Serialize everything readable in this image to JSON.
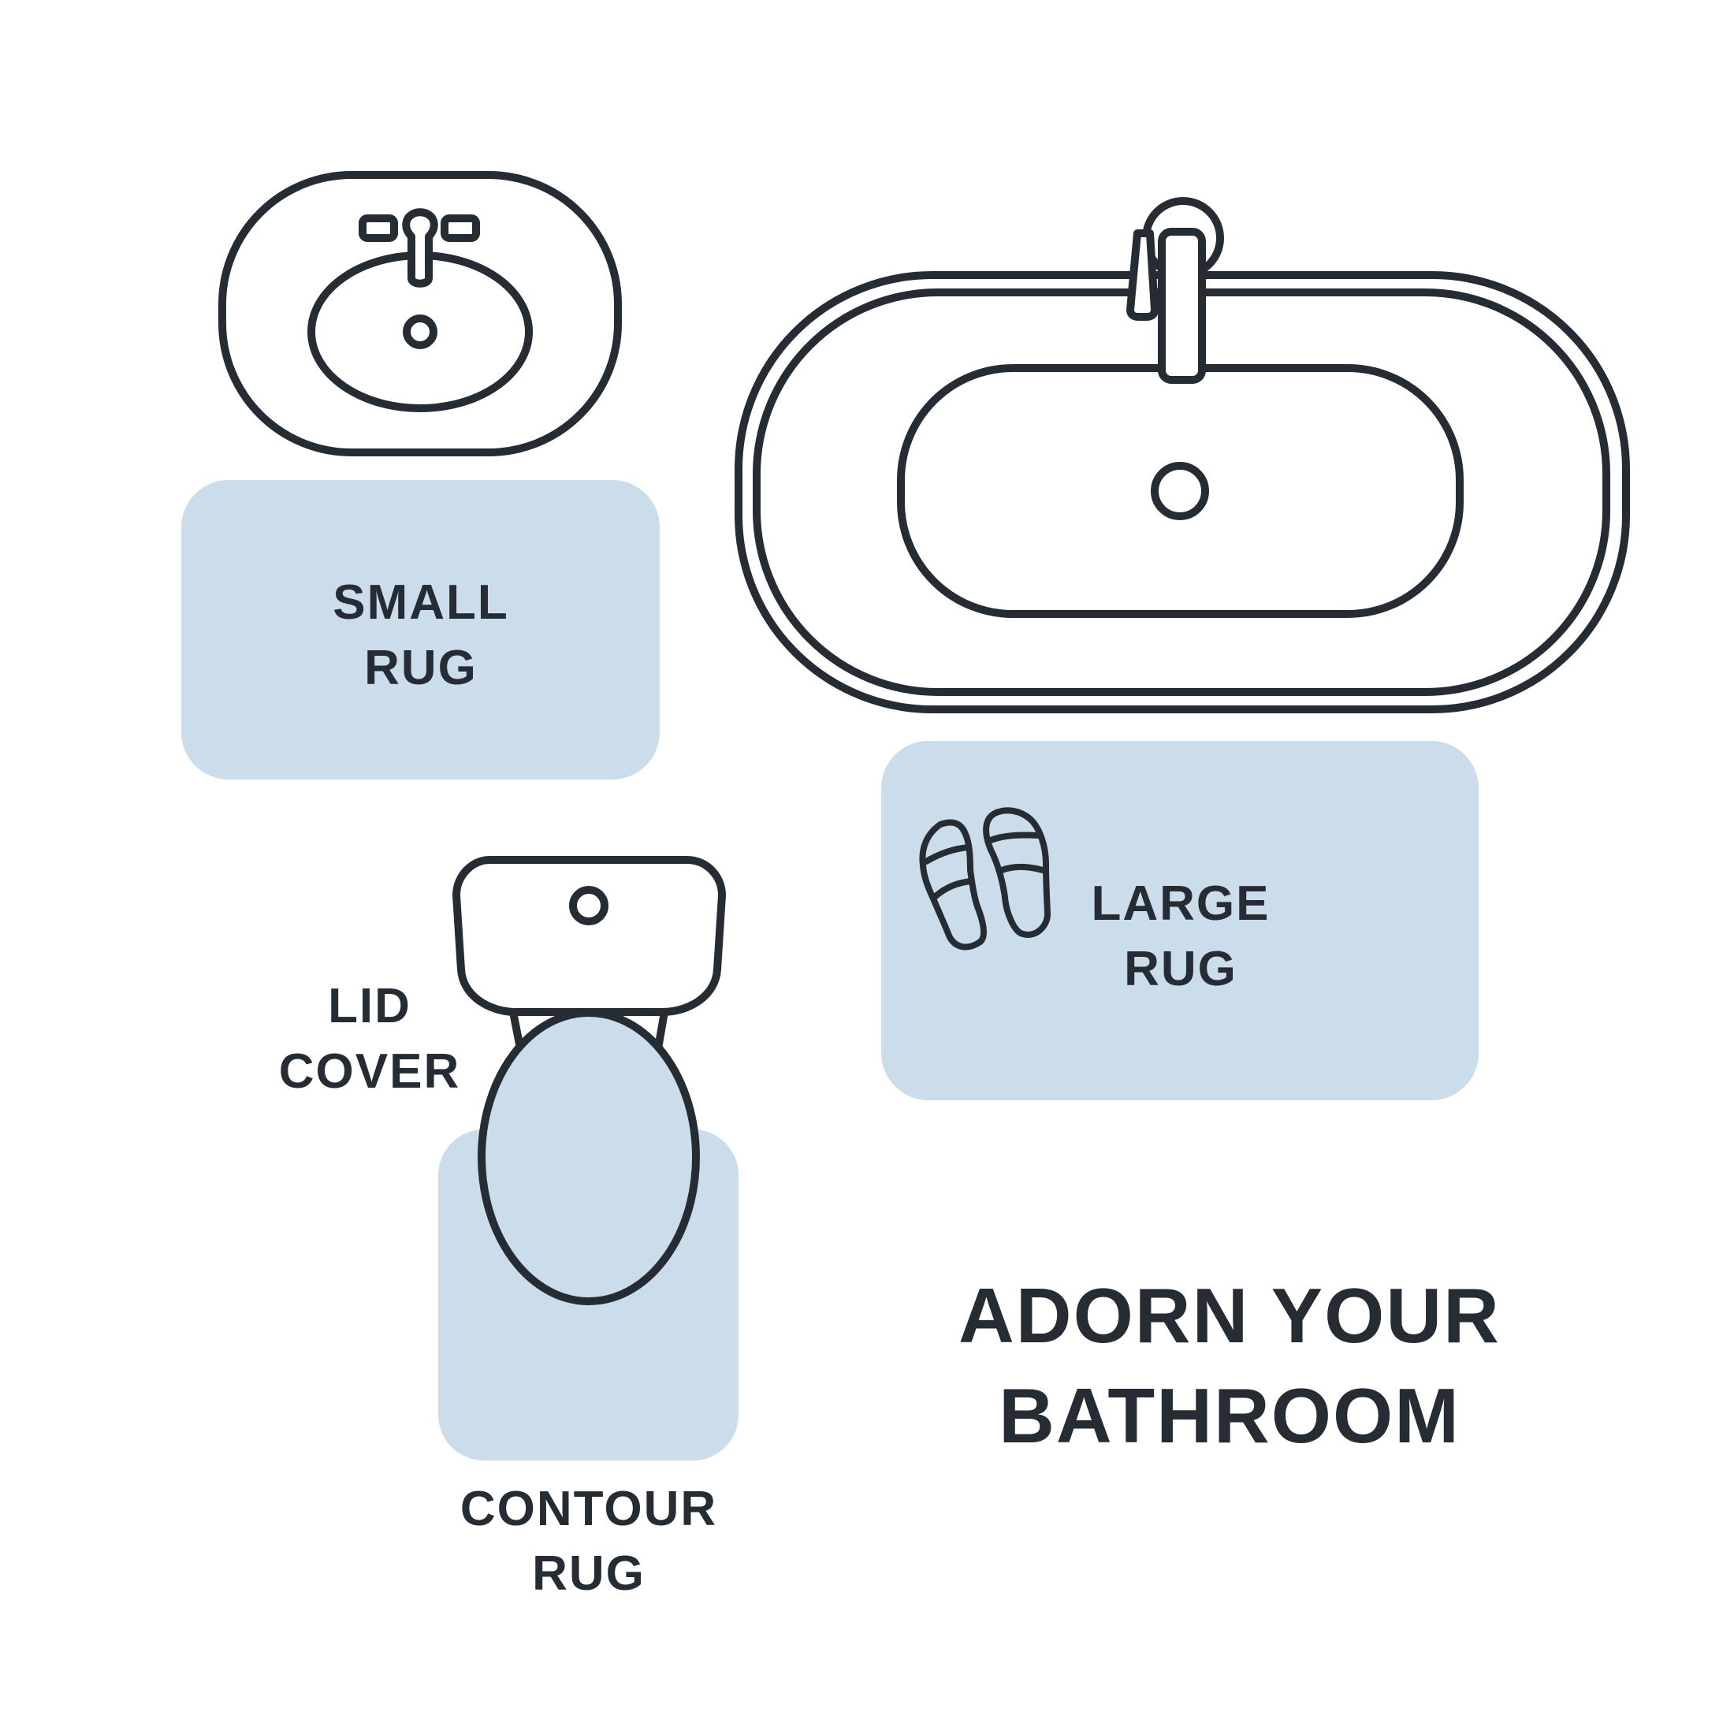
{
  "colors": {
    "background": "#ffffff",
    "outline": "#262c33",
    "rug_fill": "#cbdcea"
  },
  "headline": {
    "line1": "ADORN YOUR",
    "line2": "BATHROOM"
  },
  "labels": {
    "small_rug": {
      "line1": "SMALL",
      "line2": "RUG"
    },
    "large_rug": {
      "line1": "LARGE",
      "line2": "RUG"
    },
    "lid_cover": {
      "line1": "LID",
      "line2": "COVER"
    },
    "contour_rug": {
      "line1": "CONTOUR",
      "line2": "RUG"
    }
  },
  "icons": {
    "sink": "sink-icon",
    "bathtub": "bathtub-icon",
    "toilet": "toilet-icon",
    "slippers": "slippers-icon"
  }
}
